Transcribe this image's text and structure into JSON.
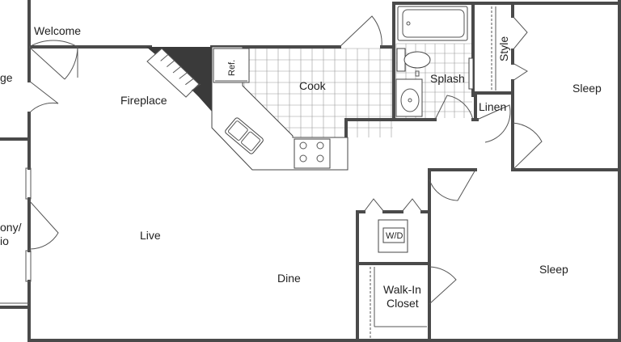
{
  "rooms": {
    "welcome": "Welcome",
    "garage_partial": "ge",
    "fireplace": "Fireplace",
    "cook": "Cook",
    "refrigerator": "Ref.",
    "splash": "Splash",
    "style": "Style",
    "linen": "Linen",
    "sleep_top": "Sleep",
    "sleep_bottom": "Sleep",
    "balcony_line1": "ony/",
    "balcony_line2": "io",
    "live": "Live",
    "dine": "Dine",
    "washer_dryer": "W/D",
    "closet_line1": "Walk-In",
    "closet_line2": "Closet"
  },
  "colors": {
    "wall": "#4a4a4a",
    "tile_grid": "#9a9a9a",
    "fireplace_fill": "#3a3a3a",
    "background": "#ffffff"
  }
}
